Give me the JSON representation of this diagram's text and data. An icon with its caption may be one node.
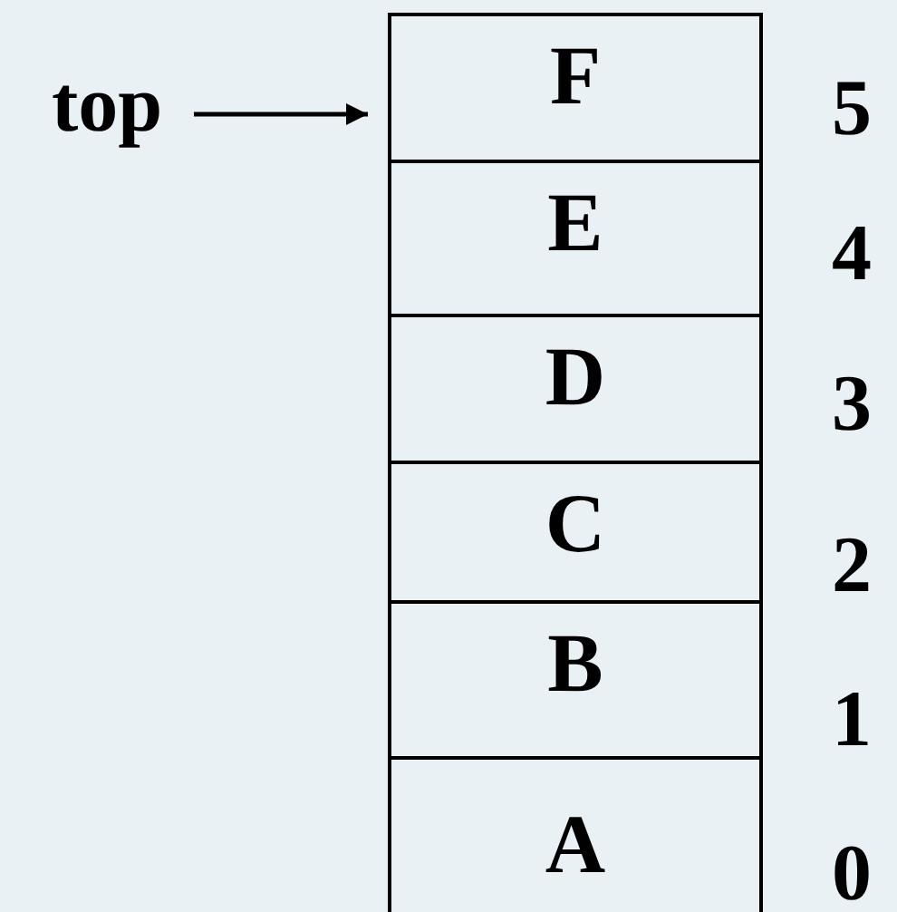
{
  "diagram": {
    "nodes": [
      {
        "text": [
          "top"
        ]
      },
      {
        "text": [
          "F"
        ]
      },
      {
        "text": [
          "E"
        ]
      },
      {
        "text": [
          "D"
        ]
      },
      {
        "text": [
          "C"
        ]
      },
      {
        "text": [
          "B"
        ]
      },
      {
        "text": [
          "A"
        ]
      }
    ],
    "edges": [
      {
        "from": 0,
        "to": 1,
        "arrow": "to"
      }
    ],
    "labels": [
      "5",
      "4",
      "3",
      "2",
      "1",
      "0"
    ]
  }
}
